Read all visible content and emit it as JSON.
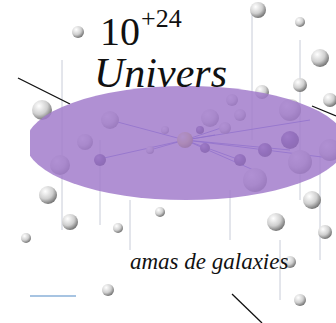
{
  "diagram": {
    "nodes": [
      {
        "text": [
          "amas de galaxies"
        ]
      }
    ],
    "labels": [
      "10",
      "+24",
      "Univers"
    ]
  }
}
